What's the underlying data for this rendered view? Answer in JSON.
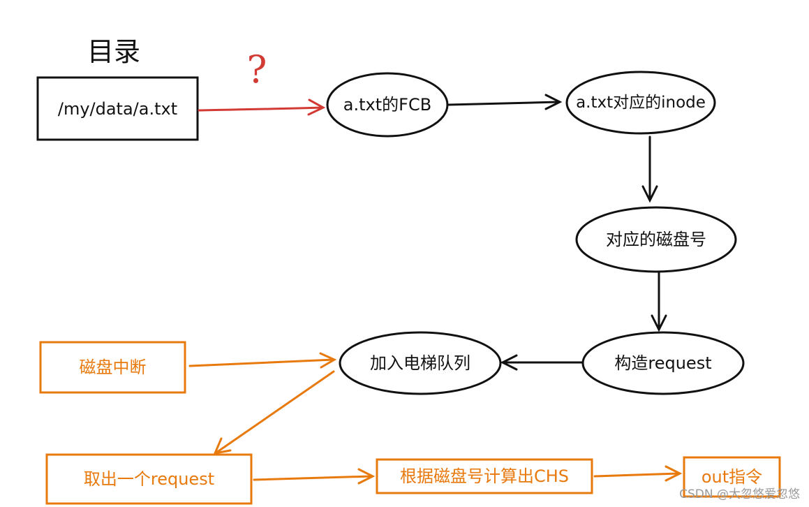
{
  "title": "目录",
  "question_mark": "?",
  "nodes": {
    "path_box": "/my/data/a.txt",
    "fcb": "a.txt的FCB",
    "inode": "a.txt对应的inode",
    "disk_no": "对应的磁盘号",
    "make_request": "构造request",
    "elevator_queue": "加入电梯队列",
    "disk_interrupt": "磁盘中断",
    "take_request": "取出一个request",
    "compute_chs": "根据磁盘号计算出CHS",
    "out_cmd": "out指令"
  },
  "watermark": "CSDN @大忽悠爱忽悠",
  "colors": {
    "black": "#111111",
    "orange": "#e8790d",
    "red": "#d23a34"
  }
}
